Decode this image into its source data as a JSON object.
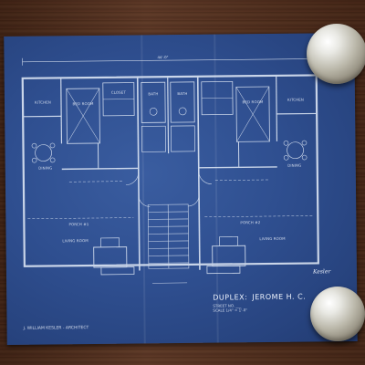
{
  "plan": {
    "overall_dimension": "44'-0\"",
    "rooms": [
      {
        "id": "kitchen-left",
        "label": "KITCHEN"
      },
      {
        "id": "bedroom-left",
        "label": "BED ROOM"
      },
      {
        "id": "closet-left",
        "label": "CLOSET"
      },
      {
        "id": "bath-left",
        "label": "BATH"
      },
      {
        "id": "bath-right",
        "label": "BATH"
      },
      {
        "id": "bedroom-right",
        "label": "BED ROOM"
      },
      {
        "id": "kitchen-right",
        "label": "KITCHEN"
      },
      {
        "id": "dining-left",
        "label": "DINING"
      },
      {
        "id": "dining-right",
        "label": "DINING"
      },
      {
        "id": "living-left",
        "label": "LIVING ROOM"
      },
      {
        "id": "living-right",
        "label": "LIVING ROOM"
      },
      {
        "id": "porch-left",
        "label": "PORCH #1"
      },
      {
        "id": "porch-right",
        "label": "PORCH #2"
      }
    ],
    "title": {
      "main": "DUPLEX:",
      "client": "JEROME H. C.",
      "line1": "STREET NO. ___",
      "line2": "SCALE 1/4\" = 1'-0\""
    },
    "architect": "J. WILLIAM KESLER - ARCHITECT",
    "signature": "Kesler"
  },
  "colors": {
    "paper": "#2f4f90",
    "ink": "#e6eef9",
    "table": "#4a2a18"
  }
}
